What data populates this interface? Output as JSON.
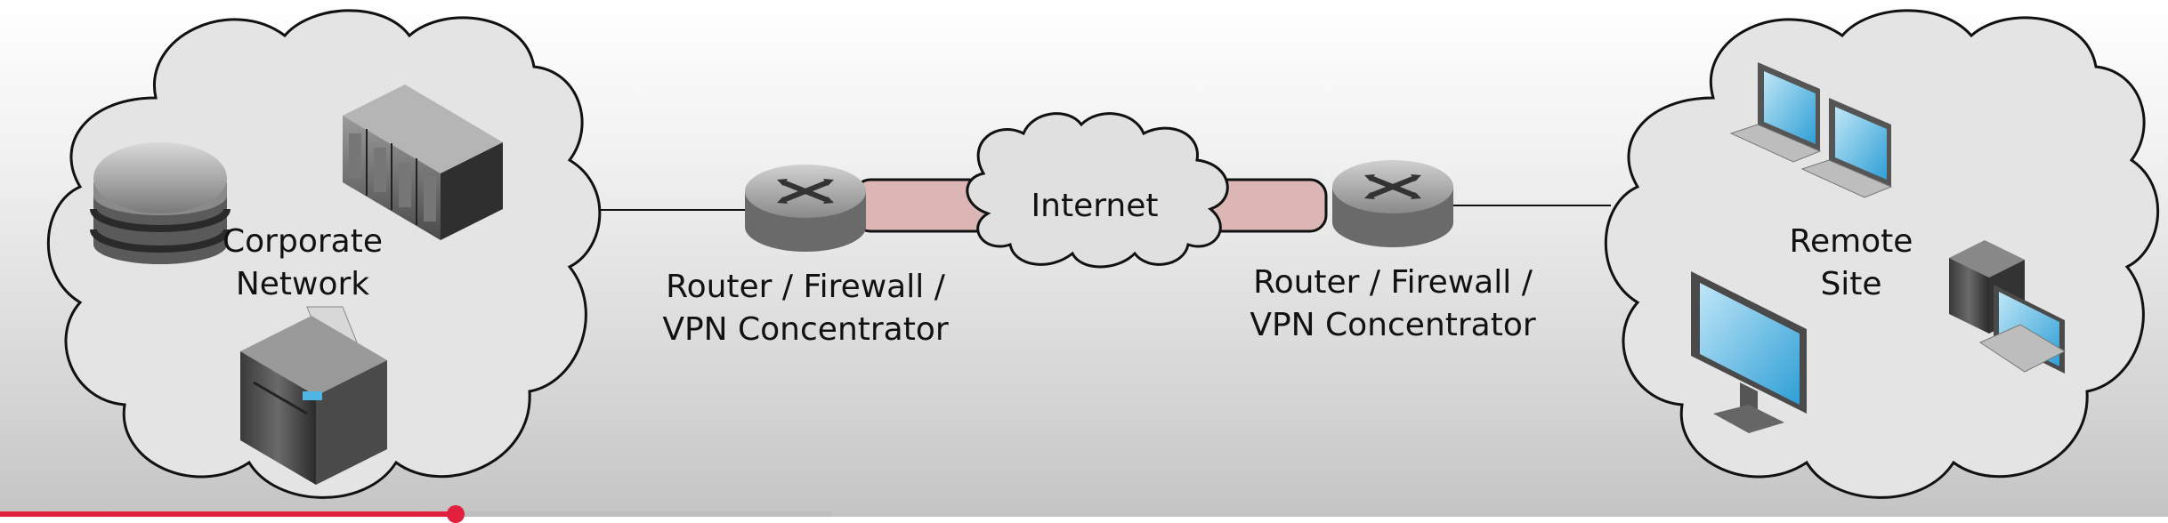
{
  "labels": {
    "corporate_line1": "Corporate",
    "corporate_line2": "Network",
    "router_left_line1": "Router / Firewall /",
    "router_left_line2": "VPN Concentrator",
    "internet": "Internet",
    "router_right_line1": "Router / Firewall /",
    "router_right_line2": "VPN Concentrator",
    "remote_line1": "Remote",
    "remote_line2": "Site"
  },
  "colors": {
    "tunnel": "#dcb5b5",
    "progress": "#e0203c",
    "screen": "#4fb6e3"
  },
  "icons": [
    "database-icon",
    "server-rack-icon",
    "printer-icon",
    "router-icon",
    "cloud-icon",
    "laptop-icon",
    "monitor-icon",
    "desktop-computer-icon"
  ],
  "playback": {
    "progress_fraction": 0.21
  }
}
